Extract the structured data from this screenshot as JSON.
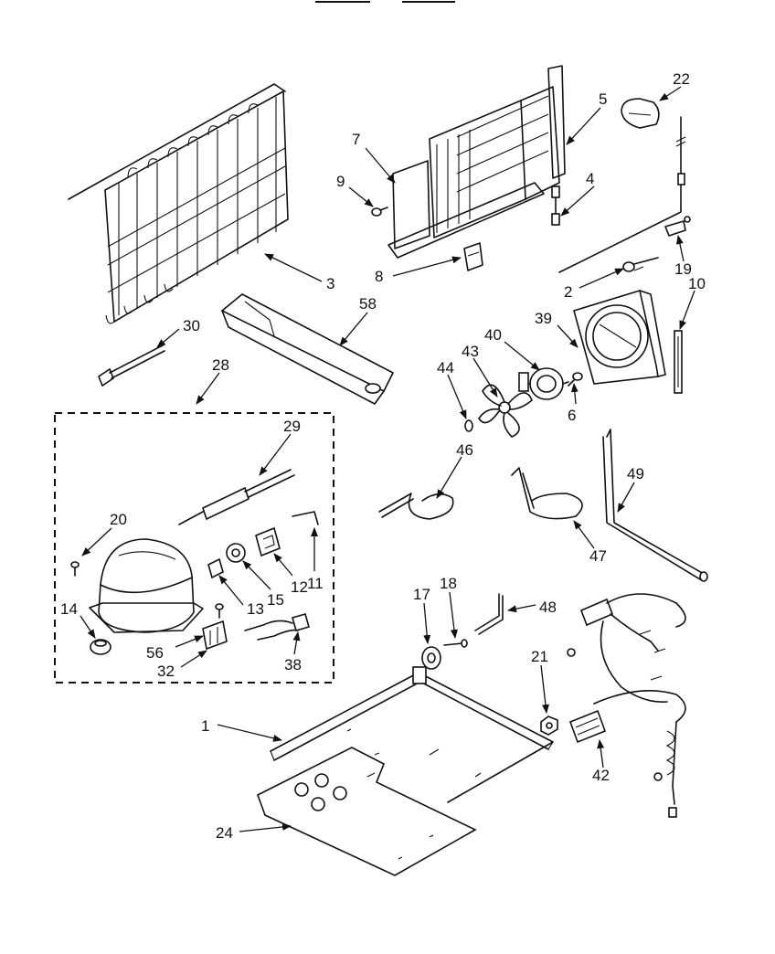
{
  "callouts": {
    "c1": "1",
    "c2": "2",
    "c3": "3",
    "c4": "4",
    "c5": "5",
    "c6": "6",
    "c7": "7",
    "c8": "8",
    "c9": "9",
    "c10": "10",
    "c11": "11",
    "c12": "12",
    "c13": "13",
    "c14": "14",
    "c15": "15",
    "c17": "17",
    "c18": "18",
    "c19": "19",
    "c20": "20",
    "c21": "21",
    "c22": "22",
    "c24": "24",
    "c28": "28",
    "c29": "29",
    "c30": "30",
    "c32": "32",
    "c38": "38",
    "c39": "39",
    "c40": "40",
    "c42": "42",
    "c43": "43",
    "c44": "44",
    "c46": "46",
    "c47": "47",
    "c48": "48",
    "c49": "49",
    "c56": "56",
    "c58": "58"
  }
}
